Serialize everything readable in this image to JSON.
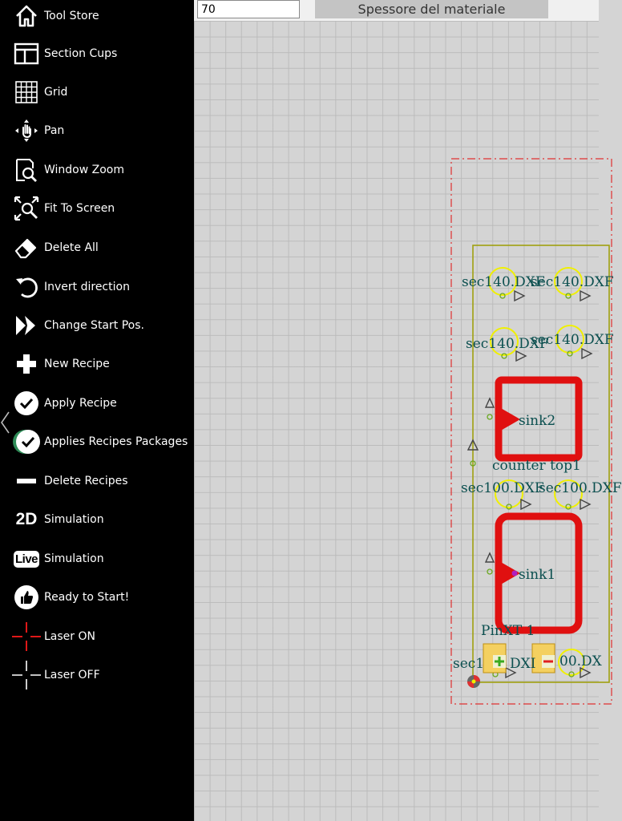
{
  "sidebar": {
    "items": [
      {
        "label": "Tool Store",
        "icon": "home-icon"
      },
      {
        "label": "Section Cups",
        "icon": "section-layout-icon"
      },
      {
        "label": "Grid",
        "icon": "grid-icon"
      },
      {
        "label": "Pan",
        "icon": "pan-hand-icon"
      },
      {
        "label": "Window Zoom",
        "icon": "window-zoom-icon"
      },
      {
        "label": "Fit To Screen",
        "icon": "fit-to-screen-icon"
      },
      {
        "label": "Delete All",
        "icon": "eraser-icon"
      },
      {
        "label": "Invert direction",
        "icon": "rotate-arrow-icon"
      },
      {
        "label": "Change Start Pos.",
        "icon": "double-chevron-icon"
      },
      {
        "label": "New Recipe",
        "icon": "plus-icon"
      },
      {
        "label": "Apply Recipe",
        "icon": "check-circle-icon"
      },
      {
        "label": "Applies Recipes Packages",
        "icon": "double-check-circle-icon"
      },
      {
        "label": "Delete Recipes",
        "icon": "minus-icon"
      },
      {
        "label": "Simulation",
        "icon": "2d-simulation-icon",
        "icon_text": "2D"
      },
      {
        "label": "Simulation",
        "icon": "live-simulation-icon",
        "icon_text": "Live"
      },
      {
        "label": "Ready to Start!",
        "icon": "thumbs-up-icon"
      },
      {
        "label": "Laser ON",
        "icon": "crosshair-red-icon"
      },
      {
        "label": "Laser OFF",
        "icon": "crosshair-white-icon"
      }
    ]
  },
  "toolbar": {
    "thickness_value": "70",
    "thickness_label": "Spessore del materiale"
  },
  "canvas": {
    "labels": {
      "sec1": "sec140.DXF",
      "sec2": "sec140.DXF",
      "sec3": "sec140.DXF",
      "sec4": "sec140.DXF",
      "sink2": "sink2",
      "counter_top": "counter top1",
      "sec5": "sec100.DXF",
      "sec6": "sec100.DXF",
      "sink1": "sink1",
      "pin": "PinXT 1",
      "sec7": "sec1",
      "sec7b": "DXI",
      "sec8": "00.DX"
    }
  },
  "colors": {
    "sidebar_bg": "#000000",
    "canvas_bg": "#d4d4d4",
    "sink_red": "#e01010",
    "circle_yellow": "#f0f000",
    "boundary_red": "#e03030",
    "outline_olive": "#9a9a10"
  }
}
